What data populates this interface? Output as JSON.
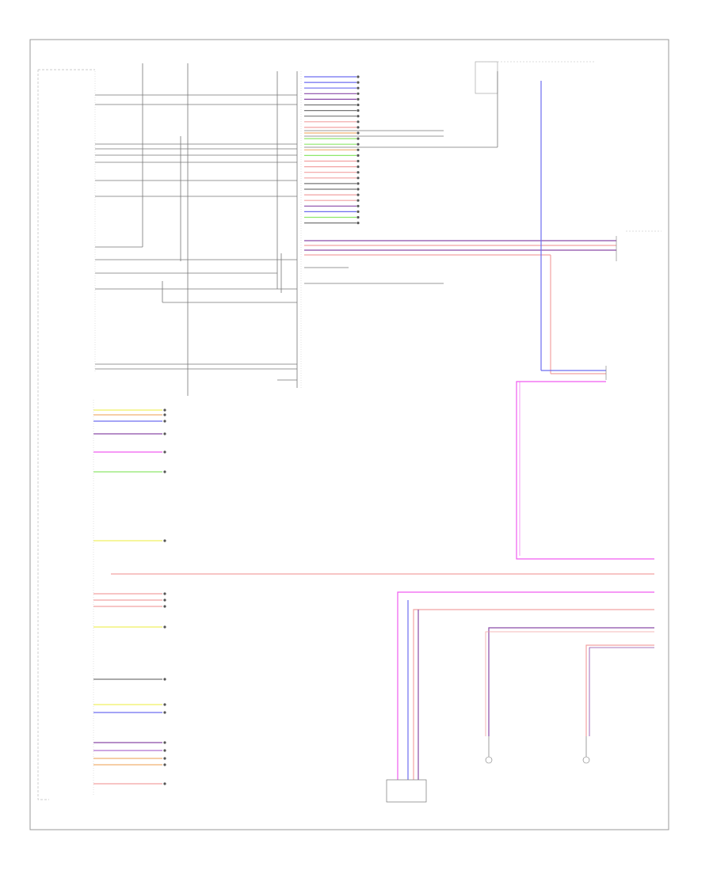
{
  "colors": {
    "frame": "#9a9a9a",
    "wire_black": "#777777",
    "blue": "#6d6df0",
    "pink": "#f2a2a2",
    "magenta": "#f05cf0",
    "violet": "#8a4aa8",
    "green": "#8ee86a",
    "yellow": "#f0f060",
    "orange": "#f0b070",
    "purple": "#b070d0"
  },
  "footer_code": "",
  "top_components": {
    "left_splice_a": "",
    "left_splice_b": "",
    "center_connector": "",
    "right_relay_a": "",
    "right_relay_b": ""
  },
  "left_module_label": "",
  "bottom_components": {
    "center_connector": "",
    "left_motor": "",
    "right_motor": ""
  },
  "center_labels": {
    "lower_right_box": ""
  },
  "upper_rows": [
    {
      "pin": "",
      "circuit": "",
      "sys": "",
      "color": "blue"
    },
    {
      "pin": "",
      "circuit": "",
      "sys": "",
      "color": "blue"
    },
    {
      "pin": "",
      "circuit": "",
      "sys": "",
      "color": "blue"
    },
    {
      "pin": "",
      "circuit": "",
      "sys": "",
      "color": "violet"
    },
    {
      "pin": "",
      "circuit": "",
      "sys": "",
      "color": "violet"
    },
    {
      "pin": "",
      "circuit": "",
      "sys": "",
      "color": "black"
    },
    {
      "pin": "",
      "circuit": "",
      "sys": "",
      "color": "black"
    },
    {
      "pin": "",
      "circuit": "",
      "sys": "",
      "color": "black"
    },
    {
      "pin": "",
      "circuit": "",
      "sys": "",
      "color": "pink"
    },
    {
      "pin": "",
      "circuit": "",
      "sys": "",
      "color": "pink"
    },
    {
      "pin": "",
      "circuit": "",
      "sys": "",
      "color": "orange"
    },
    {
      "pin": "",
      "circuit": "",
      "sys": "",
      "color": "green"
    },
    {
      "pin": "",
      "circuit": "",
      "sys": "",
      "color": "green"
    },
    {
      "pin": "",
      "circuit": "",
      "sys": "",
      "color": "orange"
    },
    {
      "pin": "",
      "circuit": "",
      "sys": "",
      "color": "green"
    },
    {
      "pin": "",
      "circuit": "",
      "sys": "",
      "color": "pink"
    },
    {
      "pin": "",
      "circuit": "",
      "sys": "",
      "color": "pink"
    },
    {
      "pin": "",
      "circuit": "",
      "sys": "",
      "color": "pink"
    },
    {
      "pin": "",
      "circuit": "",
      "sys": "",
      "color": "pink"
    },
    {
      "pin": "",
      "circuit": "",
      "sys": "",
      "color": "black"
    },
    {
      "pin": "",
      "circuit": "",
      "sys": "",
      "color": "black"
    },
    {
      "pin": "",
      "circuit": "",
      "sys": "",
      "color": "pink"
    },
    {
      "pin": "",
      "circuit": "",
      "sys": "",
      "color": "pink"
    },
    {
      "pin": "",
      "circuit": "",
      "sys": "",
      "color": "violet"
    },
    {
      "pin": "",
      "circuit": "",
      "sys": "",
      "color": "blue"
    },
    {
      "pin": "",
      "circuit": "",
      "sys": "",
      "color": "green"
    },
    {
      "pin": "",
      "circuit": "",
      "sys": "",
      "color": "black"
    }
  ],
  "lower_rows": [
    {
      "pin": "",
      "circuit": "",
      "sys": "",
      "color": "yellow"
    },
    {
      "pin": "",
      "circuit": "",
      "sys": "",
      "color": "orange"
    },
    {
      "pin": "",
      "circuit": "",
      "sys": "",
      "color": "blue"
    },
    {
      "pin": "",
      "circuit": "",
      "sys": "",
      "color": "violet"
    },
    {
      "pin": "",
      "circuit": "",
      "sys": "",
      "color": "magenta"
    },
    {
      "pin": "",
      "circuit": "",
      "sys": "",
      "color": "green"
    },
    {
      "pin": "",
      "circuit": "",
      "sys": "",
      "color": "yellow"
    },
    {
      "pin": "",
      "circuit": "",
      "sys": "",
      "color": "pink"
    },
    {
      "pin": "",
      "circuit": "",
      "sys": "",
      "color": "pink"
    },
    {
      "pin": "",
      "circuit": "",
      "sys": "",
      "color": "pink"
    },
    {
      "pin": "",
      "circuit": "",
      "sys": "",
      "color": "yellow"
    },
    {
      "pin": "",
      "circuit": "",
      "sys": "",
      "color": "black"
    },
    {
      "pin": "",
      "circuit": "",
      "sys": "",
      "color": "yellow"
    },
    {
      "pin": "",
      "circuit": "",
      "sys": "",
      "color": "blue"
    },
    {
      "pin": "",
      "circuit": "",
      "sys": "",
      "color": "violet"
    },
    {
      "pin": "",
      "circuit": "",
      "sys": "",
      "color": "purple"
    },
    {
      "pin": "",
      "circuit": "",
      "sys": "",
      "color": "orange"
    },
    {
      "pin": "",
      "circuit": "",
      "sys": "",
      "color": "orange"
    },
    {
      "pin": "",
      "circuit": "",
      "sys": "",
      "color": "pink"
    }
  ]
}
